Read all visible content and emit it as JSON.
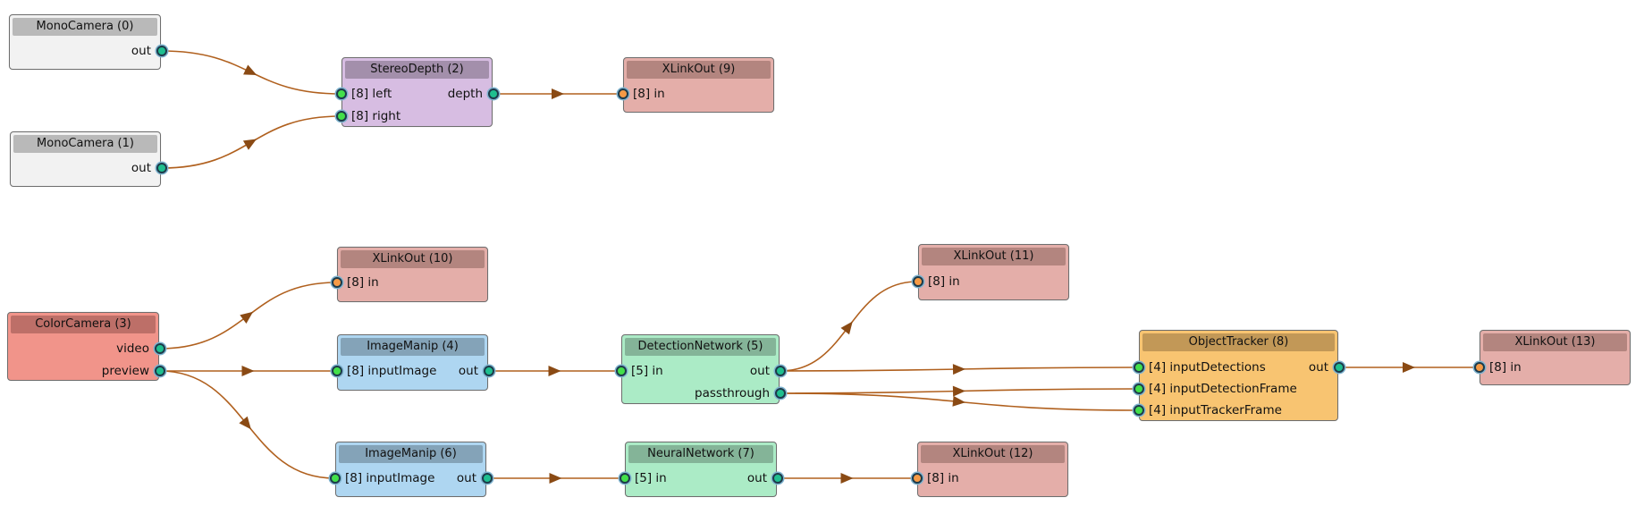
{
  "colors": {
    "edge": "#b0601e",
    "arrow": "#8a4a14",
    "port_in": "#43e04a",
    "port_in_xlink": "#f59a45",
    "port_out": "#1fbf8f"
  },
  "nodes": {
    "mono0": {
      "title": "MonoCamera (0)",
      "outputs": [
        "out"
      ],
      "body": "#f2f2f2",
      "header": "#b9b9b9"
    },
    "mono1": {
      "title": "MonoCamera (1)",
      "outputs": [
        "out"
      ],
      "body": "#f2f2f2",
      "header": "#b9b9b9"
    },
    "stereo": {
      "title": "StereoDepth (2)",
      "inputs": [
        "[8] left",
        "[8] right"
      ],
      "outputs": [
        "depth"
      ],
      "body": "#d7bde2",
      "header": "#a38fab"
    },
    "xlink9": {
      "title": "XLinkOut (9)",
      "inputs": [
        "[8] in"
      ],
      "body": "#e4aea9",
      "header": "#b3857f"
    },
    "xlink10": {
      "title": "XLinkOut (10)",
      "inputs": [
        "[8] in"
      ],
      "body": "#e4aea9",
      "header": "#b3857f"
    },
    "color3": {
      "title": "ColorCamera (3)",
      "outputs": [
        "video",
        "preview"
      ],
      "body": "#f1948a",
      "header": "#bd6f68"
    },
    "manip4": {
      "title": "ImageManip (4)",
      "inputs": [
        "[8] inputImage"
      ],
      "outputs": [
        "out"
      ],
      "body": "#aed6f1",
      "header": "#84a3b8"
    },
    "detnet5": {
      "title": "DetectionNetwork (5)",
      "inputs": [
        "[5] in"
      ],
      "outputs": [
        "out",
        "passthrough"
      ],
      "body": "#abebc6",
      "header": "#84b498"
    },
    "xlink11": {
      "title": "XLinkOut (11)",
      "inputs": [
        "[8] in"
      ],
      "body": "#e4aea9",
      "header": "#b3857f"
    },
    "tracker8": {
      "title": "ObjectTracker (8)",
      "inputs": [
        "[4] inputDetections",
        "[4] inputDetectionFrame",
        "[4] inputTrackerFrame"
      ],
      "outputs": [
        "out"
      ],
      "body": "#f8c471",
      "header": "#c29857"
    },
    "xlink13": {
      "title": "XLinkOut (13)",
      "inputs": [
        "[8] in"
      ],
      "body": "#e4aea9",
      "header": "#b3857f"
    },
    "manip6": {
      "title": "ImageManip (6)",
      "inputs": [
        "[8] inputImage"
      ],
      "outputs": [
        "out"
      ],
      "body": "#aed6f1",
      "header": "#84a3b8"
    },
    "nn7": {
      "title": "NeuralNetwork (7)",
      "inputs": [
        "[5] in"
      ],
      "outputs": [
        "out"
      ],
      "body": "#abebc6",
      "header": "#84b498"
    },
    "xlink12": {
      "title": "XLinkOut (12)",
      "inputs": [
        "[8] in"
      ],
      "body": "#e4aea9",
      "header": "#b3857f"
    }
  },
  "links": [
    {
      "from": "mono0.out.0",
      "to": "stereo.in.0"
    },
    {
      "from": "mono1.out.0",
      "to": "stereo.in.1"
    },
    {
      "from": "stereo.out.0",
      "to": "xlink9.in.0"
    },
    {
      "from": "color3.out.0",
      "to": "xlink10.in.0"
    },
    {
      "from": "color3.out.1",
      "to": "manip4.in.0"
    },
    {
      "from": "color3.out.1",
      "to": "manip6.in.0"
    },
    {
      "from": "manip4.out.0",
      "to": "detnet5.in.0"
    },
    {
      "from": "detnet5.out.0",
      "to": "xlink11.in.0"
    },
    {
      "from": "detnet5.out.0",
      "to": "tracker8.in.0"
    },
    {
      "from": "detnet5.out.1",
      "to": "tracker8.in.1"
    },
    {
      "from": "detnet5.out.1",
      "to": "tracker8.in.2"
    },
    {
      "from": "tracker8.out.0",
      "to": "xlink13.in.0"
    },
    {
      "from": "manip6.out.0",
      "to": "nn7.in.0"
    },
    {
      "from": "nn7.out.0",
      "to": "xlink12.in.0"
    }
  ]
}
